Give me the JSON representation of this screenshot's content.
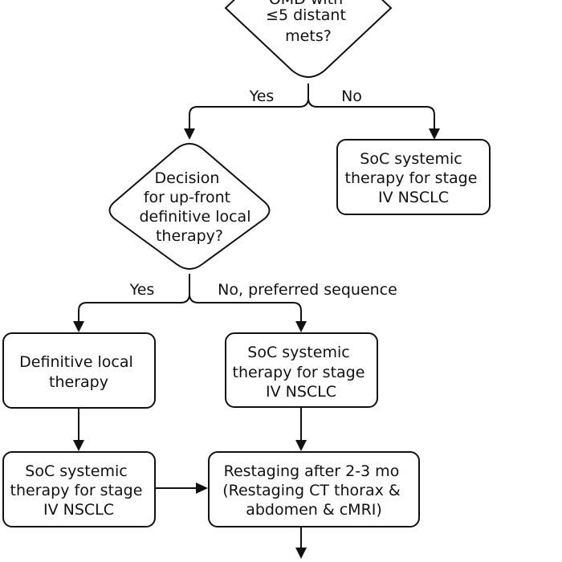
{
  "nodes": {
    "q1": {
      "lines": [
        "OMD with",
        "≤5 distant",
        "mets?"
      ]
    },
    "soc_top": {
      "lines": [
        "SoC systemic",
        "therapy for stage",
        "IV NSCLC"
      ]
    },
    "q2": {
      "lines": [
        "Decision",
        "for up-front",
        "definitive local",
        "therapy?"
      ]
    },
    "local": {
      "lines": [
        "Definitive local",
        "therapy"
      ]
    },
    "soc_mid": {
      "lines": [
        "SoC systemic",
        "therapy for stage",
        "IV NSCLC"
      ]
    },
    "soc_bottom": {
      "lines": [
        "SoC systemic",
        "therapy for stage",
        "IV NSCLC"
      ]
    },
    "restage": {
      "lines": [
        "Restaging after 2-3 mo",
        "(Restaging CT thorax &",
        "abdomen & cMRI)"
      ]
    }
  },
  "edges": {
    "q1_yes": "Yes",
    "q1_no": "No",
    "q2_yes": "Yes",
    "q2_no": "No, preferred sequence"
  }
}
